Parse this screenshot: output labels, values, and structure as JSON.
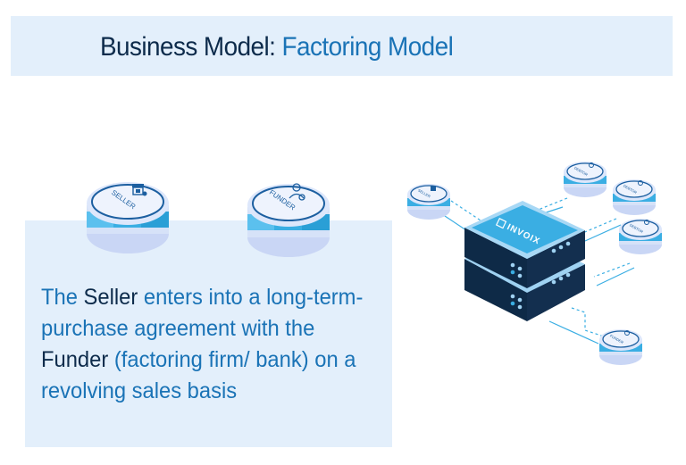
{
  "header": {
    "title_prefix": "Business Model:",
    "title_suffix": "Factoring Model"
  },
  "parties": {
    "seller_label": "SELLER",
    "funder_label": "FUNDER"
  },
  "description": {
    "part1": "The ",
    "seller": "Seller",
    "part2": " enters into a long-term-purchase agreement with the ",
    "funder": "Funder",
    "part3": " (factoring firm/ bank) on a revolving sales basis"
  },
  "diagram": {
    "platform_label": "INVOIX",
    "nodes": [
      {
        "label": "SELLER",
        "icon": "store-icon"
      },
      {
        "label": "DEBTOR",
        "icon": "person-invoice-icon"
      },
      {
        "label": "DEBTOR",
        "icon": "person-invoice-icon"
      },
      {
        "label": "DEBTOR",
        "icon": "person-invoice-icon"
      },
      {
        "label": "FUNDER",
        "icon": "person-money-icon"
      }
    ]
  },
  "colors": {
    "title_dark": "#0d2b4b",
    "accent_blue": "#1a73b6",
    "panel_bg": "#e3effb",
    "disk_band": "#3aaee3",
    "server_dark": "#0e2a47"
  }
}
